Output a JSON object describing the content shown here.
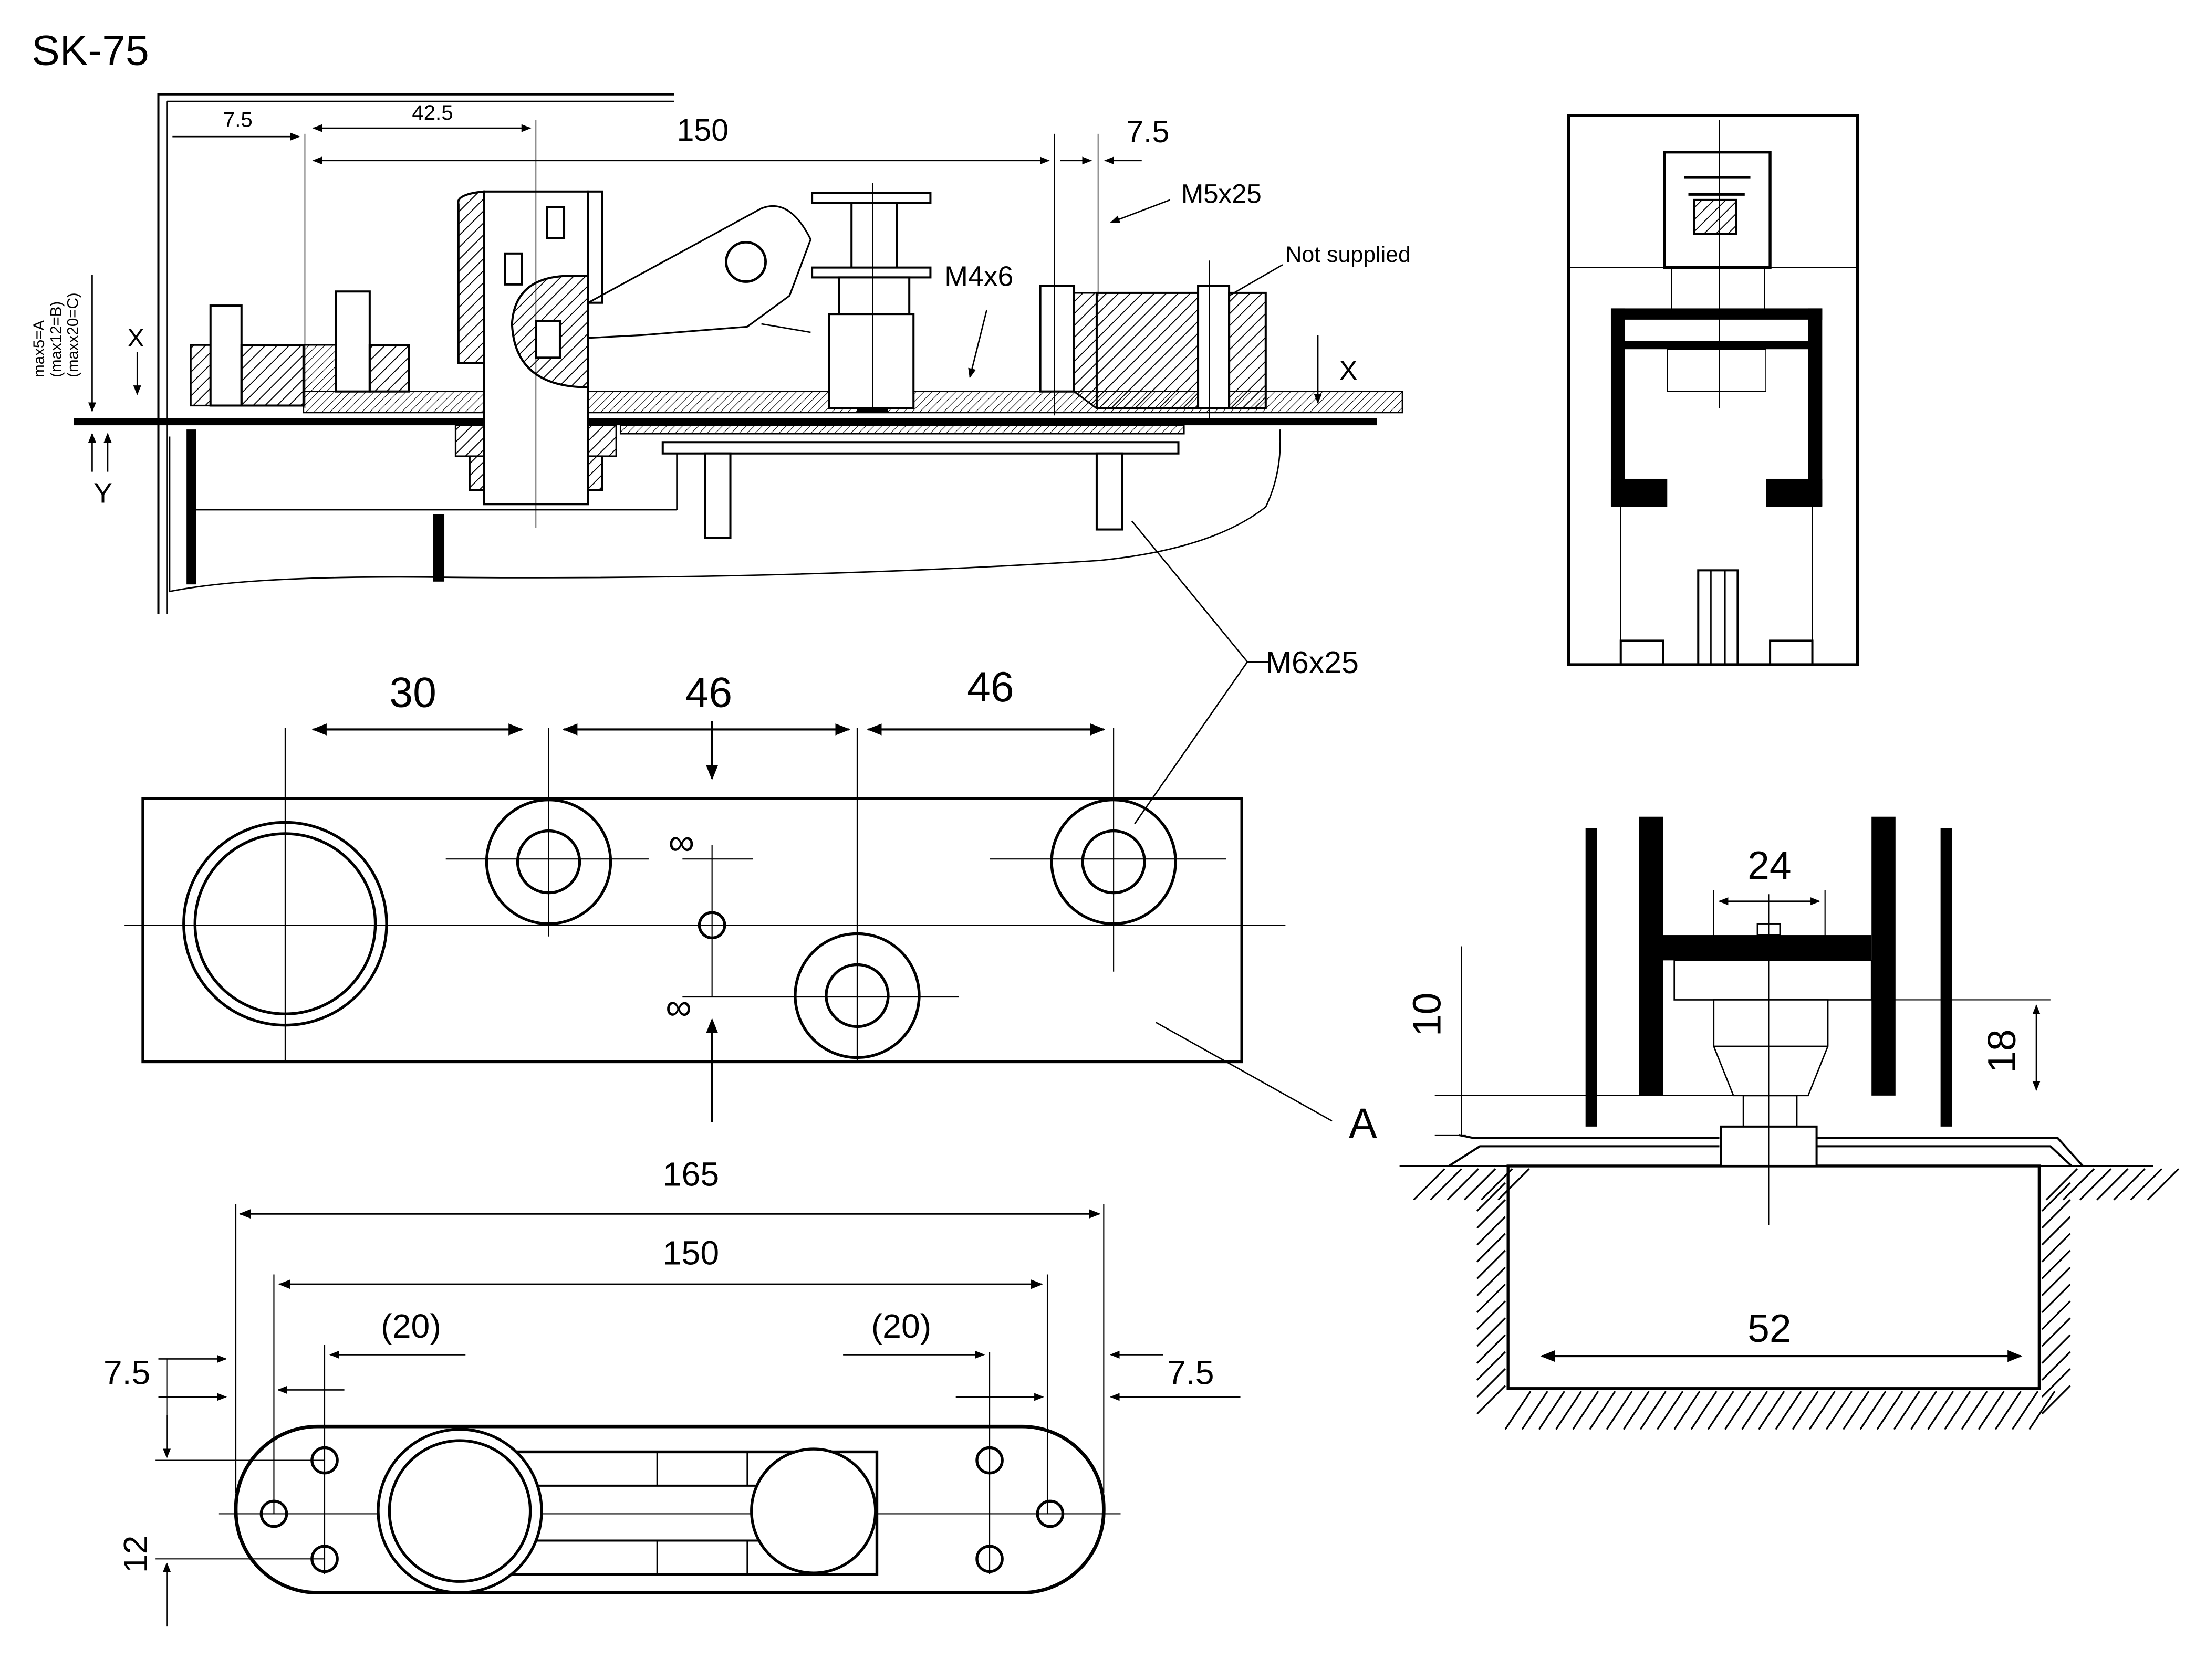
{
  "title": "SK-75",
  "side_view": {
    "dim_gap_left": "7.5",
    "dim_offset": "42.5",
    "dim_span": "150",
    "dim_gap_right": "7.5",
    "label_m5": "M5x25",
    "label_m4": "M4x6",
    "label_not_supplied": "Not supplied",
    "axis_x": "X",
    "axis_y": "Y",
    "depth_a": "max5=A",
    "depth_b": "(max12=B)",
    "depth_c": "(maxx20=C)",
    "label_m6": "M6x25"
  },
  "top_view": {
    "dim_30": "30",
    "dim_46_a": "46",
    "dim_46_b": "46",
    "symbol_infinity": "∞",
    "label_a": "A"
  },
  "base_plate": {
    "dim_total": "165",
    "dim_span": "150",
    "dim_20_left": "(20)",
    "dim_20_right": "(20)",
    "dim_75_left": "7.5",
    "dim_75_right": "7.5",
    "dim_12": "12"
  },
  "section_view": {
    "dim_24": "24",
    "dim_10": "10",
    "dim_18": "18",
    "dim_52": "52"
  }
}
